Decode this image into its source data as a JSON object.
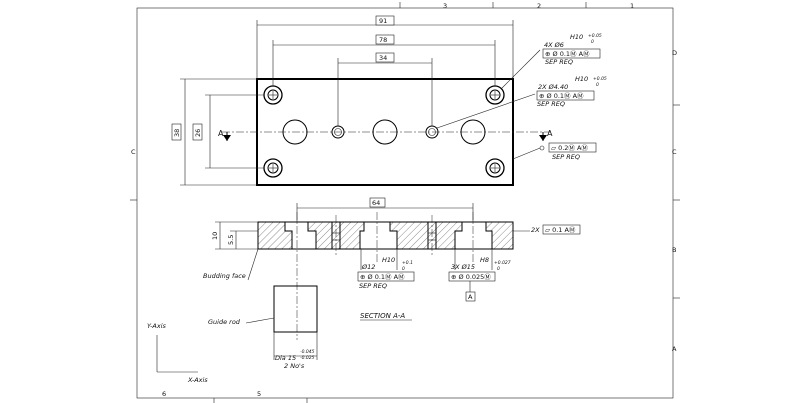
{
  "zone_numbers": [
    "3",
    "2",
    "1",
    "6",
    "5"
  ],
  "zone_letters": [
    "D",
    "C",
    "C",
    "B",
    "A"
  ],
  "dimensions": {
    "d91": "91",
    "d78": "78",
    "d34": "34",
    "d38": "38",
    "d26": "26",
    "d64": "64",
    "d10": "10",
    "d55": "5.5"
  },
  "section_markers": {
    "left": "A",
    "right": "A"
  },
  "callouts": {
    "holes4_qty": "4X  Ø6",
    "holes4_fit": "H10",
    "holes4_tol_upper": "+0.05",
    "holes4_tol_lower": "0",
    "holes4_fcf": "⊕ Ø 0.1Ⓜ AⓂ",
    "holes4_sep": "SEP REQ",
    "holes2_qty": "2X  Ø4.40",
    "holes2_fit": "H10",
    "holes2_tol_upper": "+0.05",
    "holes2_tol_lower": "0",
    "holes2_fcf": "⊕ Ø 0.1Ⓜ AⓂ",
    "holes2_sep": "SEP REQ",
    "flat_fcf": "⏥ 0.2Ⓜ AⓂ",
    "flat_sep": "SEP REQ",
    "flatness_qty": "2X",
    "flatness_fcf": "⏥ 0.1 AⓂ",
    "bore12_dia": "Ø12",
    "bore12_fit": "H10",
    "bore12_tol_upper": "+0.1",
    "bore12_tol_lower": "0",
    "bore12_fcf": "⊕ Ø 0.1Ⓜ AⓂ",
    "bore12_sep": "SEP REQ",
    "bore15_qty": "3X  Ø15",
    "bore15_fit": "H8",
    "bore15_tol_upper": "+0.027",
    "bore15_tol_lower": "0",
    "bore15_fcf": "⊕ Ø 0.025Ⓜ",
    "datum_a": "A"
  },
  "labels": {
    "budding_face": "Budding face",
    "guide_rod": "Guide rod",
    "section_title": "SECTION A-A",
    "rod_dia": "Dia 15",
    "rod_tol_upper": "-0.045",
    "rod_tol_lower": "-0.025",
    "rod_qty": "2 No's",
    "y_axis": "Y-Axis",
    "x_axis": "X-Axis"
  }
}
